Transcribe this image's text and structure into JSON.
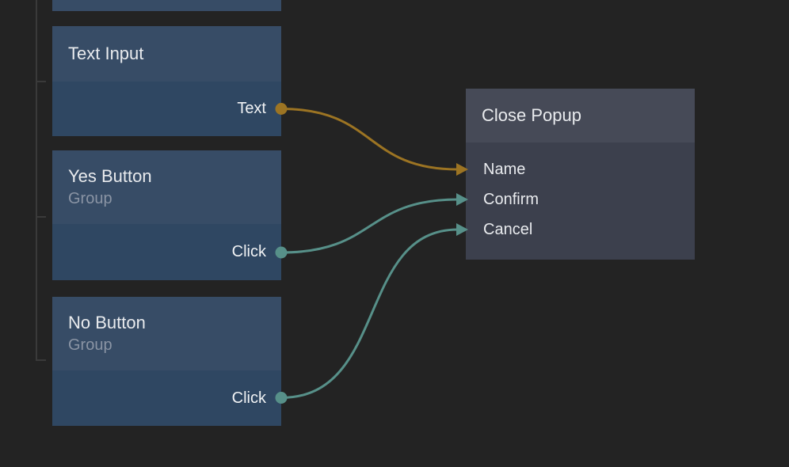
{
  "canvas": {
    "background": "#232323"
  },
  "colors": {
    "node_header": "#374c66",
    "node_body": "#2f4762",
    "popup_header": "#464a57",
    "popup_body": "#3c404d",
    "wire_amber": "#9c7423",
    "wire_teal": "#579089",
    "title_text": "#e9ebee",
    "subtitle_gray": "#8a94a4",
    "tree_line": "#3a3a3a"
  },
  "nodes": {
    "text_input": {
      "title": "Text Input",
      "output": {
        "label": "Text"
      }
    },
    "yes_button": {
      "title": "Yes Button",
      "subtitle": "Group",
      "output": {
        "label": "Click"
      }
    },
    "no_button": {
      "title": "No Button",
      "subtitle": "Group",
      "output": {
        "label": "Click"
      }
    },
    "close_popup": {
      "title": "Close Popup",
      "inputs": [
        "Name",
        "Confirm",
        "Cancel"
      ]
    }
  },
  "connections": [
    {
      "from": "Text Input.Text",
      "to": "Close Popup.Name",
      "color": "#9c7423"
    },
    {
      "from": "Yes Button.Click",
      "to": "Close Popup.Confirm",
      "color": "#579089"
    },
    {
      "from": "No Button.Click",
      "to": "Close Popup.Cancel",
      "color": "#579089"
    }
  ]
}
